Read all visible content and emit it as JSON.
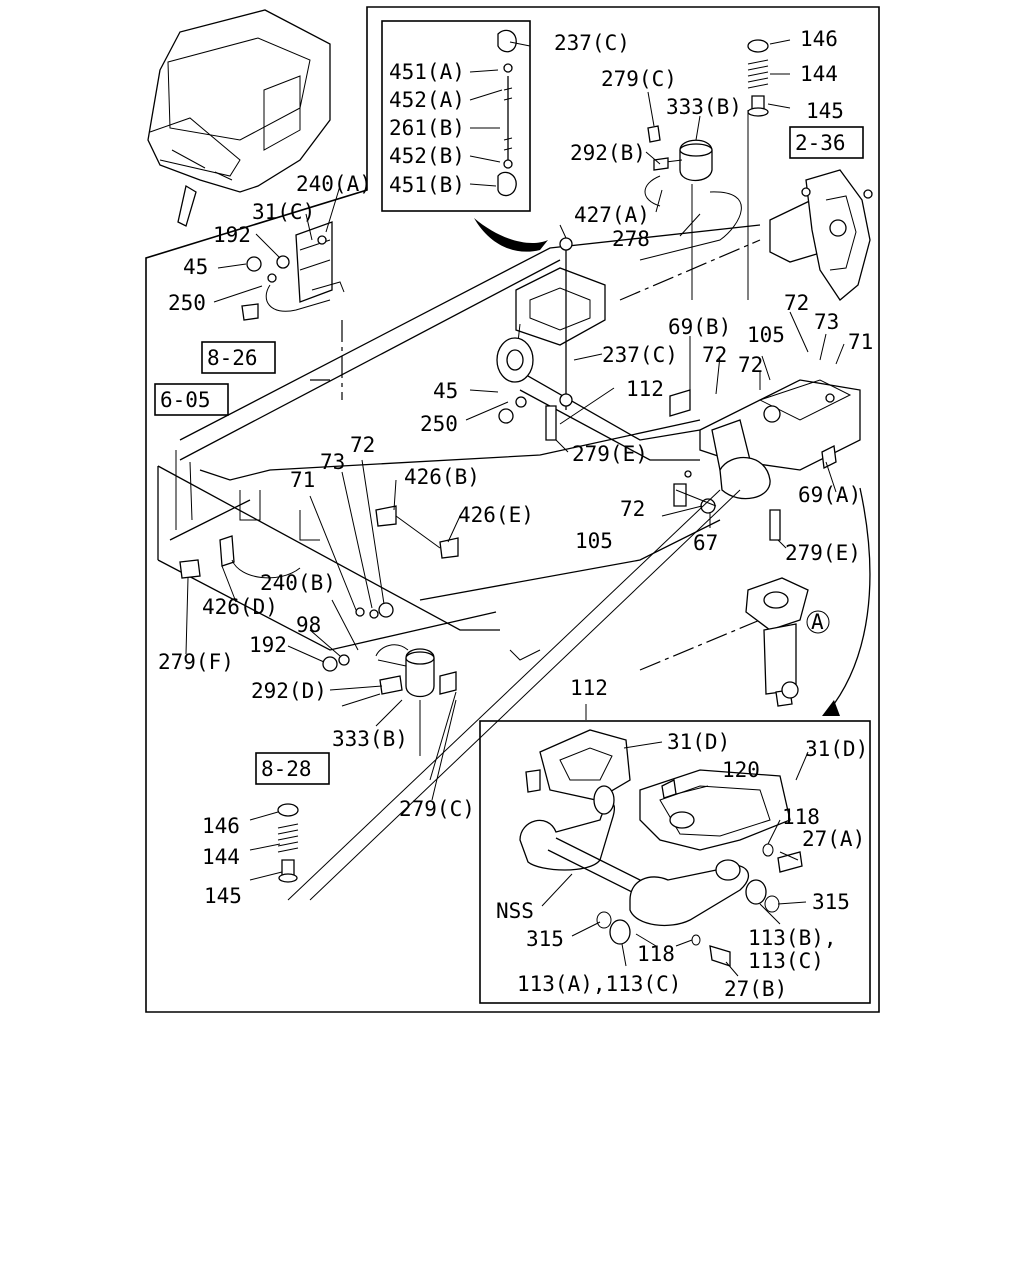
{
  "refs": {
    "r236": "2-36",
    "r826": "8-26",
    "r605": "6-05",
    "r828": "8-28"
  },
  "circle_ref": "A",
  "labels": {
    "l237c_top": "237(C)",
    "l451a": "451(A)",
    "l452a": "452(A)",
    "l261b": "261(B)",
    "l452b": "452(B)",
    "l451b": "451(B)",
    "l279c_top": "279(C)",
    "l333b_top": "333(B)",
    "l292b": "292(B)",
    "l427a": "427(A)",
    "l278": "278",
    "l146_top": "146",
    "l144_top": "144",
    "l145_top": "145",
    "l240a": "240(A)",
    "l31c": "31(C)",
    "l192_top": "192",
    "l45_top": "45",
    "l250_top": "250",
    "l69b": "69(B)",
    "l72_a": "72",
    "l73_a": "73",
    "l71_a": "71",
    "l105_a": "105",
    "l72_b": "72",
    "l72_c": "72",
    "l237c_mid": "237(C)",
    "l112_mid": "112",
    "l45_mid": "45",
    "l250_mid": "250",
    "l279e_mid": "279(E)",
    "l69a": "69(A)",
    "l72_d": "72",
    "l105_b": "105",
    "l67": "67",
    "l279e_right": "279(E)",
    "l71_b": "71",
    "l73_b": "73",
    "l72_e": "72",
    "l426b": "426(B)",
    "l426e": "426(E)",
    "l240b": "240(B)",
    "l426d": "426(D)",
    "l98": "98",
    "l192_mid": "192",
    "l279f": "279(F)",
    "l292d": "292(D)",
    "l333b_bot": "333(B)",
    "l279c_bot": "279(C)",
    "l146_bot": "146",
    "l144_bot": "144",
    "l145_bot": "145",
    "l112_bot": "112",
    "l31d_a": "31(D)",
    "l31d_b": "31(D)",
    "l120": "120",
    "l118_a": "118",
    "l27a": "27(A)",
    "l315_a": "315",
    "lnss": "NSS",
    "l315_b": "315",
    "l118_b": "118",
    "l113b": "113(B),",
    "l113c": "113(C)",
    "l113ac": "113(A),113(C)",
    "l27b": "27(B)"
  }
}
